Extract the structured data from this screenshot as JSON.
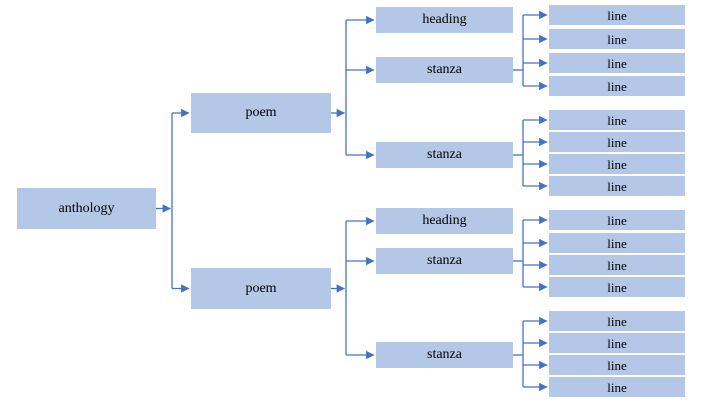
{
  "diagram": {
    "type": "tree",
    "description": "document structure tree of an anthology",
    "colors": {
      "node_fill": "#b4c7e7",
      "connector": "#4472c4",
      "text": "#000000",
      "background": "#ffffff"
    },
    "root": {
      "label": "anthology",
      "children": [
        {
          "label": "poem",
          "children": [
            {
              "label": "heading",
              "children": []
            },
            {
              "label": "stanza",
              "children": [
                {
                  "label": "line",
                  "children": []
                },
                {
                  "label": "line",
                  "children": []
                },
                {
                  "label": "line",
                  "children": []
                },
                {
                  "label": "line",
                  "children": []
                }
              ]
            },
            {
              "label": "stanza",
              "children": [
                {
                  "label": "line",
                  "children": []
                },
                {
                  "label": "line",
                  "children": []
                },
                {
                  "label": "line",
                  "children": []
                },
                {
                  "label": "line",
                  "children": []
                }
              ]
            }
          ]
        },
        {
          "label": "poem",
          "children": [
            {
              "label": "heading",
              "children": []
            },
            {
              "label": "stanza",
              "children": [
                {
                  "label": "line",
                  "children": []
                },
                {
                  "label": "line",
                  "children": []
                },
                {
                  "label": "line",
                  "children": []
                },
                {
                  "label": "line",
                  "children": []
                }
              ]
            },
            {
              "label": "stanza",
              "children": [
                {
                  "label": "line",
                  "children": []
                },
                {
                  "label": "line",
                  "children": []
                },
                {
                  "label": "line",
                  "children": []
                },
                {
                  "label": "line",
                  "children": []
                }
              ]
            }
          ]
        }
      ]
    }
  }
}
